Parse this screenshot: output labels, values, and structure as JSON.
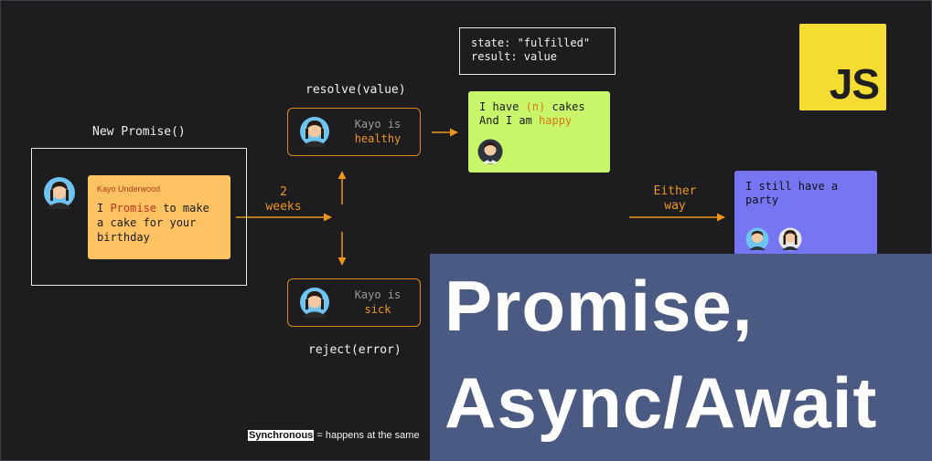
{
  "diagram": {
    "new_promise_label": "New Promise()",
    "promise_card": {
      "name": "Kayo Underwood",
      "text_before": "I ",
      "text_highlight": "Promise",
      "text_after": " to make a cake for your birthday"
    },
    "time_label": "2\nweeks",
    "resolve_label": "resolve(value)",
    "reject_label": "reject(error)",
    "state_box": {
      "line1": "state: \"fulfilled\"",
      "line2": "result: value"
    },
    "healthy_box": {
      "line1": "Kayo is",
      "line2": "healthy"
    },
    "sick_box": {
      "line1": "Kayo is",
      "line2": "sick"
    },
    "fulfilled_card": {
      "line1_before": "I have ",
      "line1_highlight": "(n)",
      "line1_after": " cakes",
      "line2_before": "And I am ",
      "line2_highlight": "happy"
    },
    "either_way_label": "Either\nway",
    "party_card": {
      "text": "I still have a party"
    },
    "footnote": {
      "bold": "Synchronous",
      "rest": " = happens at the same"
    }
  },
  "logo": {
    "text": "JS",
    "color": "#f5dc33"
  },
  "banner": {
    "line1": "Promise,",
    "line2": "Async/Await",
    "color": "#4b5a82"
  },
  "colors": {
    "background": "#1d1d1f",
    "accent_orange": "#f0951c",
    "promise_card": "#fdc363",
    "fulfilled_card": "#c8f56a",
    "party_card": "#7676f2"
  },
  "icons": [
    "female-avatar-icon",
    "male-avatar-icon",
    "arrow-right-icon",
    "arrow-up-icon",
    "arrow-down-icon"
  ]
}
